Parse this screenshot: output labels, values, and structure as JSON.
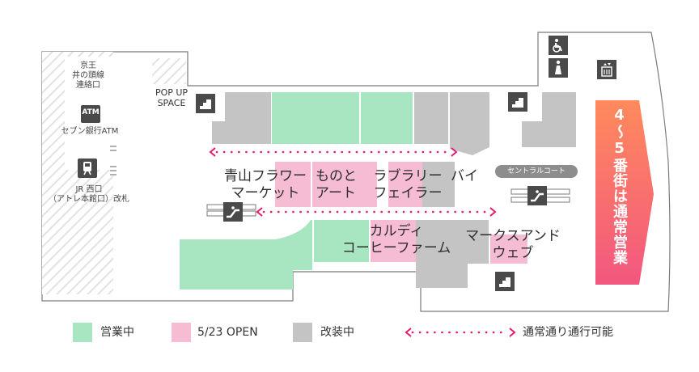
{
  "colors": {
    "open": "#a8e6c2",
    "opening_0523": "#f6bcd3",
    "renovating": "#c4c4c4",
    "route": "#e8196e",
    "banner_top": "#ff8a5c",
    "banner_bottom": "#f25a84"
  },
  "stations": {
    "keio_line1": "京王",
    "keio_line2": "井の頭線",
    "keio_line3": "連絡口",
    "atm_badge": "ATM",
    "atm_label": "セブン銀行ATM",
    "jr_line1": "JR 西口",
    "jr_line2": "（アトレ本館口）改札"
  },
  "areas": {
    "popup_line1": "POP UP",
    "popup_line2": "SPACE",
    "central_court": "セントラルコート"
  },
  "shops": {
    "aoyama_line1": "青山フラワー",
    "aoyama_line2": "マーケット",
    "monoto_line1": "ものと",
    "monoto_line2": "アート",
    "library_line1": "ラブラリー",
    "library_line2": "フェイラー",
    "bai": "バイ",
    "kaldi_line1": "カルディ",
    "kaldi_line2": "コーヒーファーム",
    "marks_line1": "マークスアンド",
    "marks_line2": "ウェブ"
  },
  "banner": {
    "text": "4〜5番街は通常営業"
  },
  "legend": {
    "open": "営業中",
    "opening": "5/23 OPEN",
    "renovating": "改装中",
    "route": "通常通り通行可能"
  },
  "icons": [
    "stairs-icon",
    "escalator-icon",
    "elevator-icon",
    "restroom-icon",
    "accessible-restroom-icon",
    "train-icon",
    "atm-icon"
  ]
}
